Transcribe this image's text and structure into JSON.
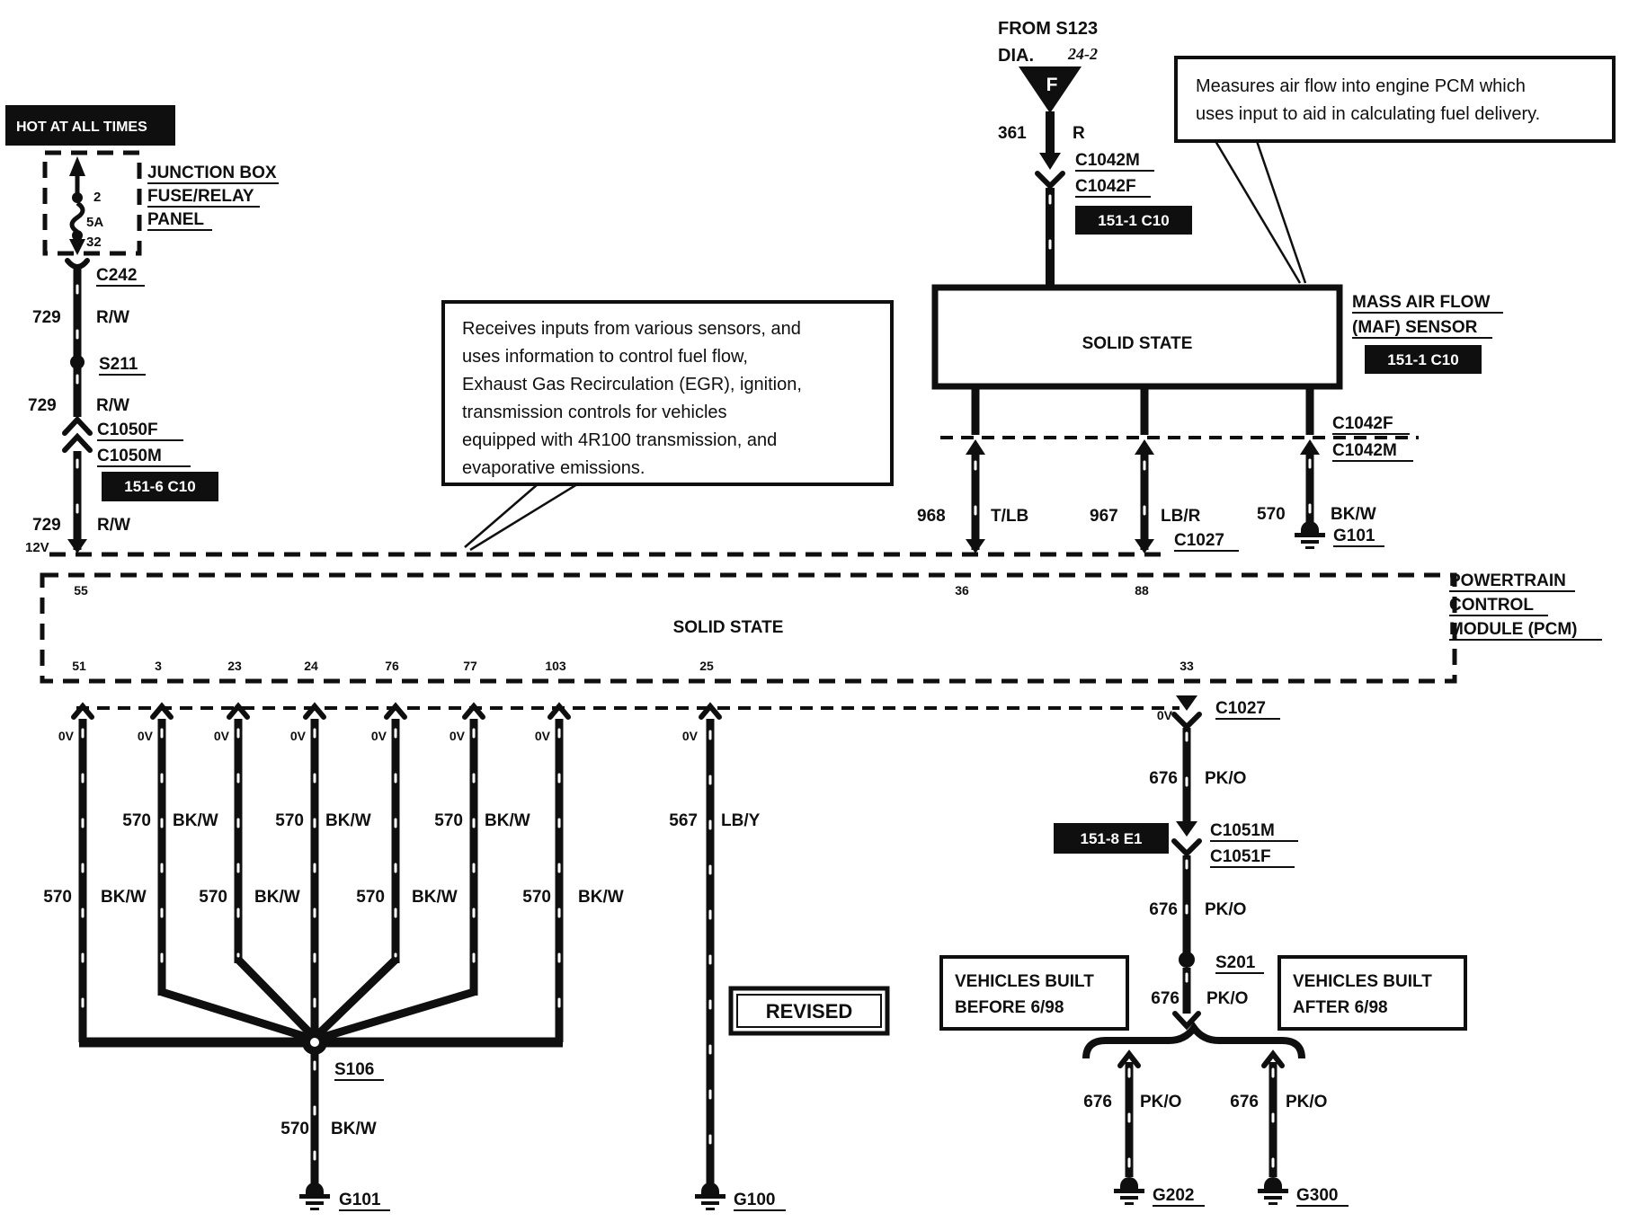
{
  "colors": {
    "ink": "#0f0f0f",
    "bg": "#ffffff"
  },
  "refs": {
    "r151_6": "151-6 C10",
    "r151_1": "151-1 C10",
    "r151_8": "151-8 E1"
  },
  "power": {
    "hot": "HOT AT ALL TIMES",
    "jb1": "JUNCTION BOX",
    "jb2": "FUSE/RELAY",
    "jb3": "PANEL",
    "pin2": "2",
    "amp": "5A",
    "pin32": "32",
    "c242": "C242"
  },
  "left": {
    "n729": "729",
    "rw": "R/W",
    "s211": "S211",
    "c1050f": "C1050F",
    "c1050m": "C1050M",
    "v12": "12V"
  },
  "from123": {
    "title": "FROM S123",
    "dia": "DIA.",
    "page": "24-2",
    "f": "F",
    "n361": "361",
    "r": "R",
    "c1042m": "C1042M",
    "c1042f": "C1042F"
  },
  "maf": {
    "solid": "SOLID STATE",
    "l1": "MASS AIR FLOW",
    "l2": "(MAF) SENSOR",
    "n968": "968",
    "tlb": "T/LB",
    "n967": "967",
    "lbr": "LB/R",
    "g101": "G101",
    "c1042f": "C1042F",
    "c1042m": "C1042M"
  },
  "co_r": {
    "l1": "Measures air flow into engine PCM which",
    "l2": "uses input to aid in calculating fuel delivery."
  },
  "co_l": {
    "l1": "Receives inputs from various sensors, and",
    "l2": "uses information to control fuel flow,",
    "l3": "Exhaust Gas Recirculation (EGR), ignition,",
    "l4": "transmission controls for vehicles",
    "l5": "equipped with 4R100 transmission, and",
    "l6": "evaporative emissions."
  },
  "pcm": {
    "solid": "SOLID STATE",
    "p1": "POWERTRAIN",
    "p2": "CONTROL",
    "p3": "MODULE (PCM)",
    "pin55": "55",
    "pin36": "36",
    "pin88": "88",
    "pins": [
      "51",
      "3",
      "23",
      "24",
      "76",
      "77",
      "103",
      "25",
      "33"
    ],
    "c1027": "C1027"
  },
  "com": {
    "n570": "570",
    "bkw": "BK/W",
    "ov": "0V",
    "n676": "676",
    "pko": "PK/O"
  },
  "bot": {
    "n567": "567",
    "lby": "LB/Y",
    "s106": "S106",
    "g101": "G101",
    "g100": "G100",
    "revised": "REVISED"
  },
  "rc": {
    "c1051m": "C1051M",
    "c1051f": "C1051F",
    "s201": "S201",
    "b1": "VEHICLES BUILT",
    "b2": "BEFORE 6/98",
    "a1": "VEHICLES BUILT",
    "a2": "AFTER 6/98",
    "g202": "G202",
    "g300": "G300"
  }
}
